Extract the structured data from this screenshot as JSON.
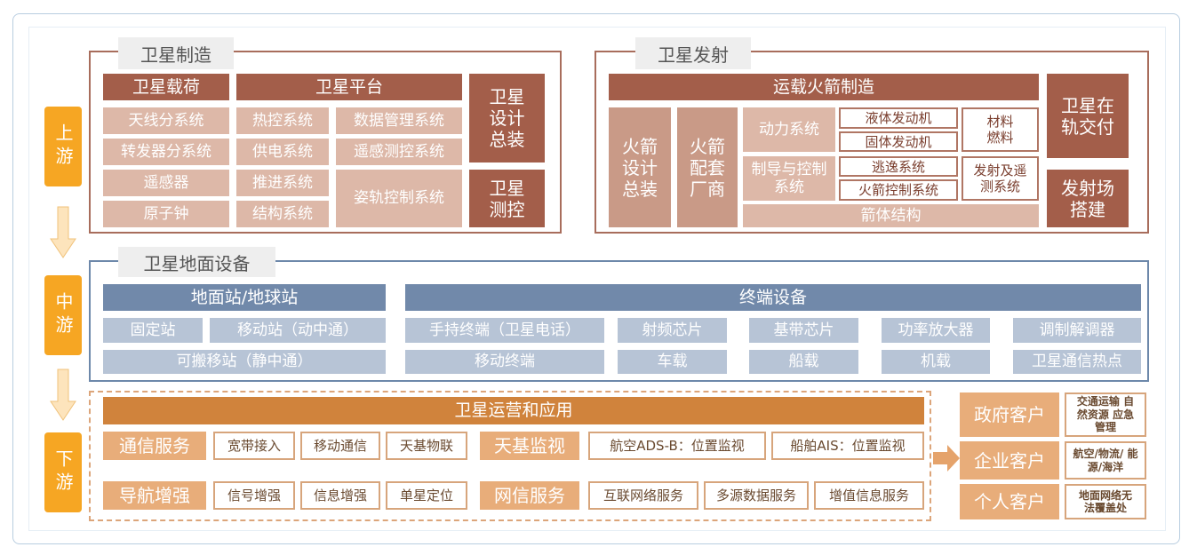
{
  "stages": [
    "上游",
    "中游",
    "下游"
  ],
  "manufacturing": {
    "title": "卫星制造",
    "payload": "卫星载荷",
    "platform": "卫星平台",
    "payload_items": [
      "天线分系统",
      "转发器分系统",
      "遥感器",
      "原子钟"
    ],
    "platform_left": [
      "热控系统",
      "供电系统",
      "推进系统",
      "结构系统"
    ],
    "platform_right": [
      "数据管理系统",
      "遥感测控系统",
      "姿轨控制系统"
    ],
    "design": "卫星设计总装",
    "tt": "卫星测控"
  },
  "launch": {
    "title": "卫星发射",
    "rocket": "运载火箭制造",
    "rocket_design": "火箭设计总装",
    "rocket_supply": "火箭配套厂商",
    "power": "动力系统",
    "guidance": "制导与控制系统",
    "body": "箭体结构",
    "liquid": "液体发动机",
    "solid": "固体发动机",
    "escape": "逃逸系统",
    "control": "火箭控制系统",
    "fuel": "材料燃料",
    "telemetry": "发射及遥测系统",
    "delivery": "卫星在轨交付",
    "site": "发射场搭建"
  },
  "ground": {
    "title": "卫星地面设备",
    "station": "地面站/地球站",
    "terminal": "终端设备",
    "stations": [
      "固定站",
      "移动站（动中通）",
      "可搬移站（静中通）"
    ],
    "row1": [
      "手持终端（卫星电话）",
      "射频芯片",
      "基带芯片",
      "功率放大器",
      "调制解调器"
    ],
    "row2": [
      "移动终端",
      "车载",
      "船载",
      "机载",
      "卫星通信热点"
    ]
  },
  "operations": {
    "title": "卫星运营和应用",
    "comm": "通信服务",
    "comm_items": [
      "宽带接入",
      "移动通信",
      "天基物联"
    ],
    "monitor": "天基监视",
    "monitor_items": [
      "航空ADS-B：位置监视",
      "船舶AIS：位置监视"
    ],
    "nav": "导航增强",
    "nav_items": [
      "信号增强",
      "信息增强",
      "单星定位"
    ],
    "net": "网信服务",
    "net_items": [
      "互联网络服务",
      "多源数据服务",
      "增值信息服务"
    ]
  },
  "customers": [
    {
      "name": "政府客户",
      "detail": "交通运输 自然资源 应急管理"
    },
    {
      "name": "企业客户",
      "detail": "航空/物流/ 能源/海洋"
    },
    {
      "name": "个人客户",
      "detail": "地面网络无 法覆盖处"
    }
  ]
}
